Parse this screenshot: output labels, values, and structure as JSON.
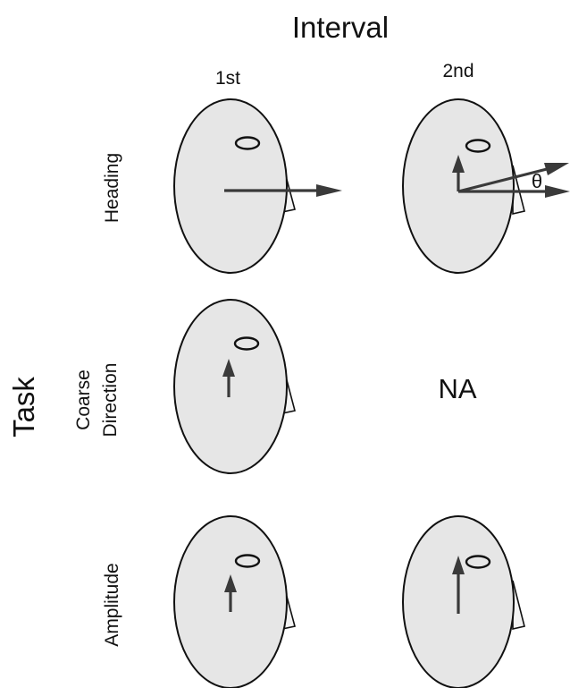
{
  "figure": {
    "interval_title": "Interval",
    "columns": [
      "1st",
      "2nd"
    ],
    "task_title": "Task",
    "rows": [
      {
        "label_lines": [
          "Heading"
        ]
      },
      {
        "label_lines": [
          "Coarse",
          "Direction"
        ]
      },
      {
        "label_lines": [
          "Amplitude"
        ]
      }
    ],
    "theta_symbol": "θ",
    "not_applicable": "NA"
  },
  "colors": {
    "head_fill": "#e6e6e6",
    "outline": "#111111",
    "arrow": "#3a3a3a",
    "nose_fill": "#f4f4f4"
  }
}
